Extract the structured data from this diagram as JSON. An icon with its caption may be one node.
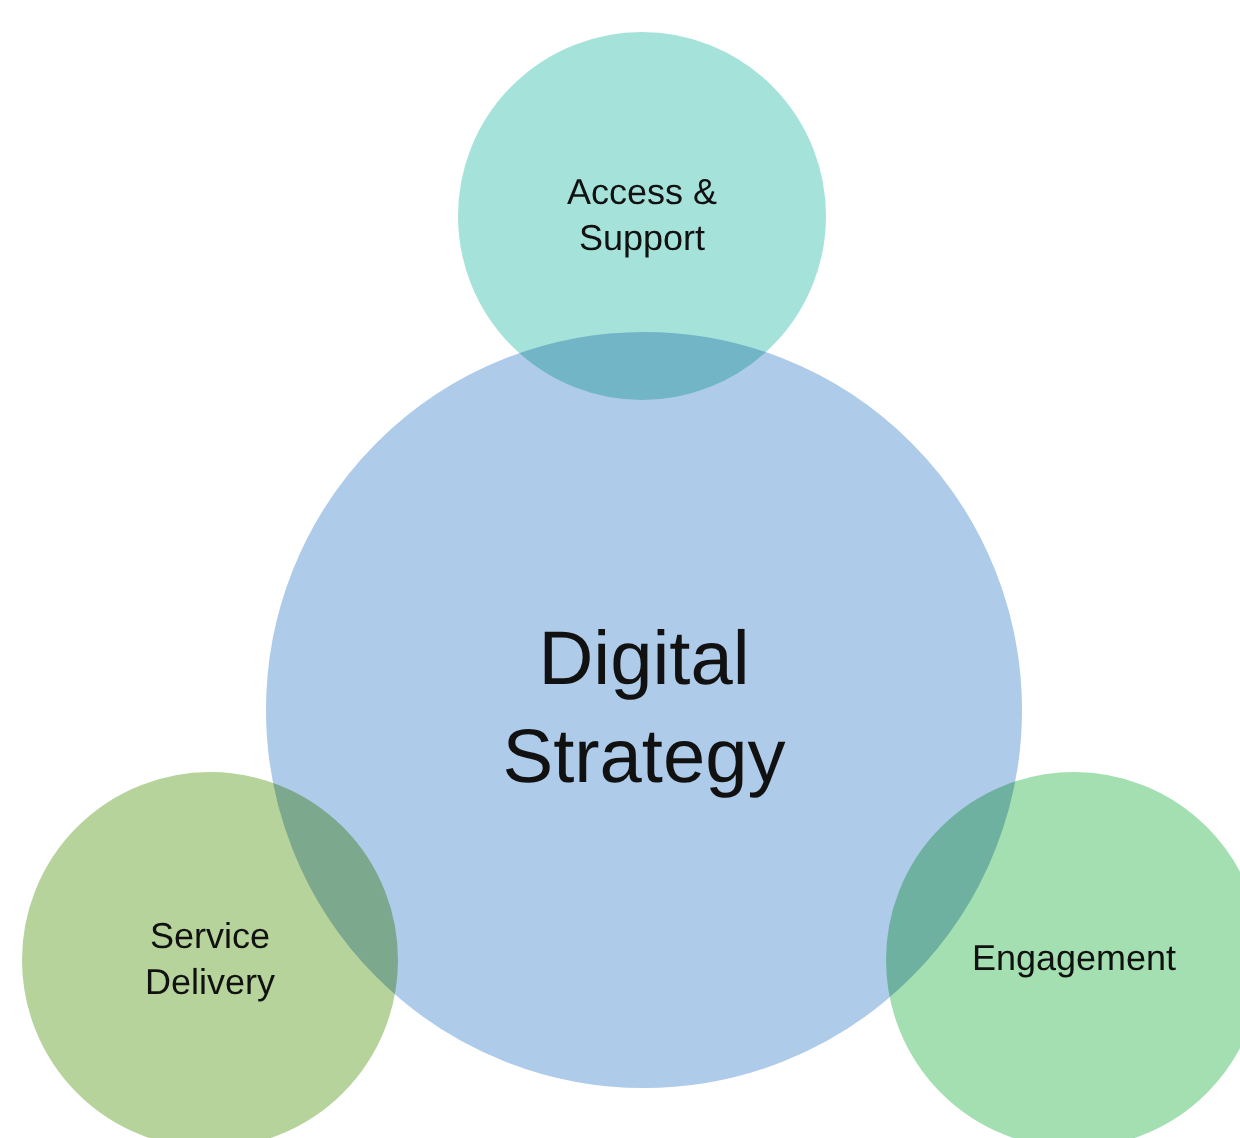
{
  "diagram": {
    "nodes": [
      {
        "text": [
          "Access & Support"
        ]
      },
      {
        "text": [
          "Digital Strategy"
        ]
      },
      {
        "text": [
          "Service Delivery"
        ]
      },
      {
        "text": [
          "Engagement"
        ]
      }
    ]
  }
}
